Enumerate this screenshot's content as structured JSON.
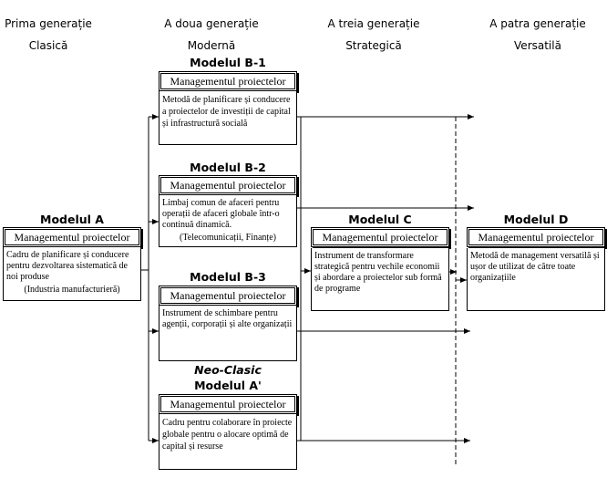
{
  "generations": [
    {
      "line1": "Prima generație",
      "line2": "Clasică"
    },
    {
      "line1": "A doua generație",
      "line2": "Modernă"
    },
    {
      "line1": "A treia generație",
      "line2": "Strategică"
    },
    {
      "line1": "A patra generație",
      "line2": "Versatilă"
    }
  ],
  "models": {
    "A": {
      "title": "Modelul  A",
      "header": "Managementul proiectelor",
      "body": "Cadru de planificare și conducere pentru dezvoltarea sistematică de noi produse",
      "note": "(Industria manufacturieră)"
    },
    "B1": {
      "title": "Modelul  B-1",
      "header": "Managementul proiectelor",
      "body": "Metodă de planificare și conducere a proiectelor de investiții de capital și infrastructură socială"
    },
    "B2": {
      "title": "Modelul  B-2",
      "header": "Managementul proiectelor",
      "body": "Limbaj comun de afaceri pentru operații de afaceri globale într-o continuă dinamică.",
      "note": "(Telecomunicații, Finanțe)"
    },
    "B3": {
      "title": "Modelul  B-3",
      "header": "Managementul proiectelor",
      "body": "Instrument de schimbare pentru agenții, corporații și alte organizații"
    },
    "A2": {
      "subtitle": "Neo-Clasic",
      "title": "Modelul  A'",
      "header": "Managementul proiectelor",
      "body": "Cadru pentru colaborare în proiecte globale pentru o alocare optimă de capital și resurse"
    },
    "C": {
      "title": "Modelul  C",
      "header": "Managementul proiectelor",
      "body": "Instrument de transformare strategică pentru  vechile economii și abordare a proiectelor sub formă de programe"
    },
    "D": {
      "title": "Modelul  D",
      "header": "Managementul proiectelor",
      "body": "Metodă de management versatilă și ușor de utilizat de către toate organizațiile"
    }
  }
}
